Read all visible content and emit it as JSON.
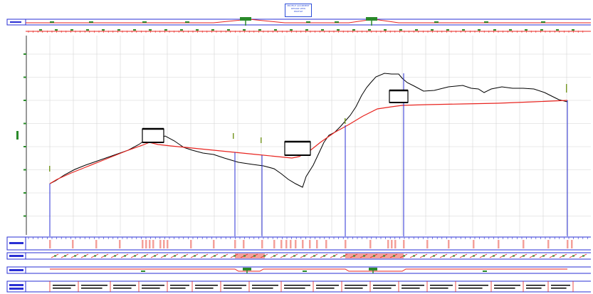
{
  "drawing": {
    "title_lines": [
      "PROFILE ALIGNMENT",
      "DESIGN VIEW",
      "PROFILE"
    ],
    "colors": {
      "ground_line": "#000000",
      "design_line": "#e8241f",
      "station_lines": "#2a2fd4",
      "grid": "#cfcfcf",
      "markers": "#2a8a2a",
      "band_fill": "#f4a09a",
      "frame": "#2a2fd4"
    },
    "band_labels": [
      "",
      "",
      "",
      "",
      "",
      ""
    ],
    "structure_labels": [
      "",
      "",
      ""
    ]
  }
}
